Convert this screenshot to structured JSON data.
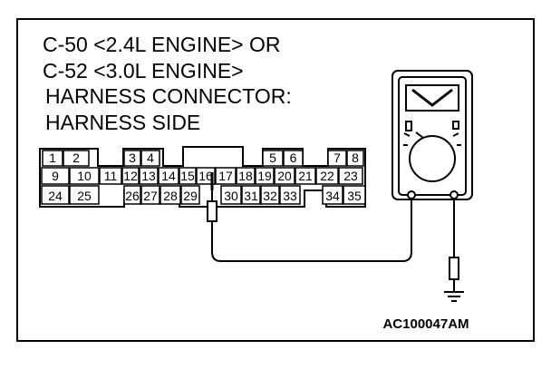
{
  "header": {
    "line1": "C-50 <2.4L ENGINE> OR",
    "line2": "C-52 <3.0L ENGINE>",
    "line3": "HARNESS CONNECTOR:",
    "line4": "HARNESS SIDE"
  },
  "connector": {
    "row1": [
      {
        "label": "1"
      },
      {
        "label": "2"
      },
      {
        "label": "3"
      },
      {
        "label": "4"
      },
      {
        "label": "5"
      },
      {
        "label": "6"
      },
      {
        "label": "7"
      },
      {
        "label": "8"
      }
    ],
    "row2": [
      {
        "label": "9"
      },
      {
        "label": "10"
      },
      {
        "label": "11"
      },
      {
        "label": "12"
      },
      {
        "label": "13"
      },
      {
        "label": "14"
      },
      {
        "label": "15"
      },
      {
        "label": "16"
      },
      {
        "label": "17"
      },
      {
        "label": "18"
      },
      {
        "label": "19"
      },
      {
        "label": "20"
      },
      {
        "label": "21"
      },
      {
        "label": "22"
      },
      {
        "label": "23"
      }
    ],
    "row3": [
      {
        "label": "24"
      },
      {
        "label": "25"
      },
      {
        "label": "26"
      },
      {
        "label": "27"
      },
      {
        "label": "28"
      },
      {
        "label": "29"
      },
      {
        "label": "30"
      },
      {
        "label": "31"
      },
      {
        "label": "32"
      },
      {
        "label": "33"
      },
      {
        "label": "34"
      },
      {
        "label": "35"
      }
    ],
    "probed_terminal": "16"
  },
  "meter": {
    "display_icon": "voltage-v-icon"
  },
  "figure_id": "AC100047AM"
}
